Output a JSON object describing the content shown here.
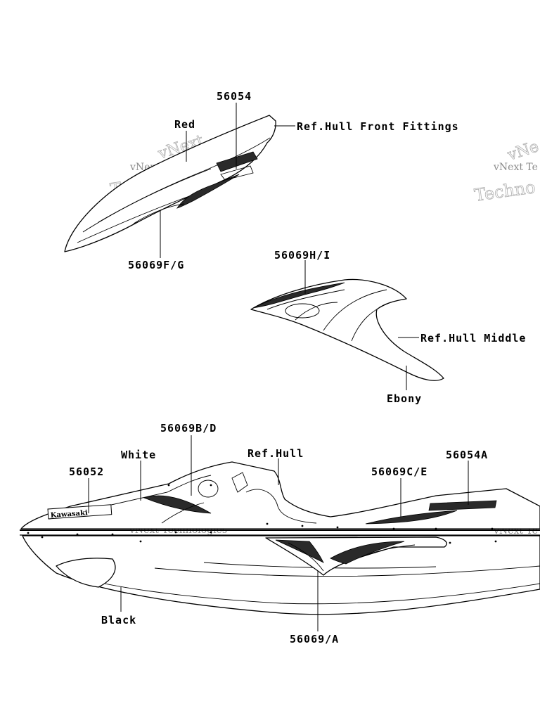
{
  "watermark": {
    "line1": "vNext Technologies",
    "line2": "Technologies",
    "short": "vNext",
    "cut1": "vNe",
    "cut2": "vNext Te",
    "cut3": "Techno"
  },
  "labels": {
    "p56054": "56054",
    "red": "Red",
    "ref_hull_front_fittings": "Ref.Hull Front Fittings",
    "p56069fg": "56069F/G",
    "p56069hi": "56069H/I",
    "ref_hull_middle": "Ref.Hull Middle",
    "ebony": "Ebony",
    "p56069bd": "56069B/D",
    "white": "White",
    "ref_hull": "Ref.Hull",
    "p56052": "56052",
    "p56054a": "56054A",
    "p56069ce": "56069C/E",
    "black": "Black",
    "p56069a": "56069/A"
  },
  "decals": {
    "brand": "Kawasaki"
  }
}
